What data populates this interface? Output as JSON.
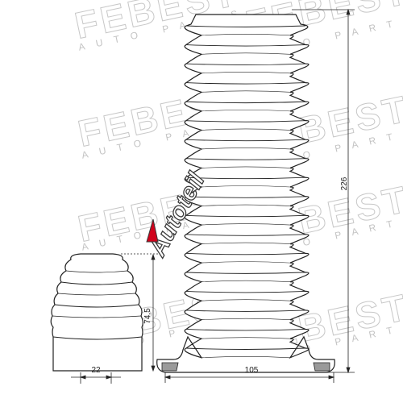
{
  "watermark": {
    "brand": "FEBEST",
    "tagline": "AUTO PARTS"
  },
  "stamp": {
    "text": "Autoteil"
  },
  "dimensions": {
    "boot_height": "226",
    "boot_width": "105",
    "stopper_height": "74,5",
    "stopper_width": "22"
  },
  "colors": {
    "line": "#222222",
    "watermark": "#c8c8c8",
    "stamp_accent": "#d0021b"
  }
}
